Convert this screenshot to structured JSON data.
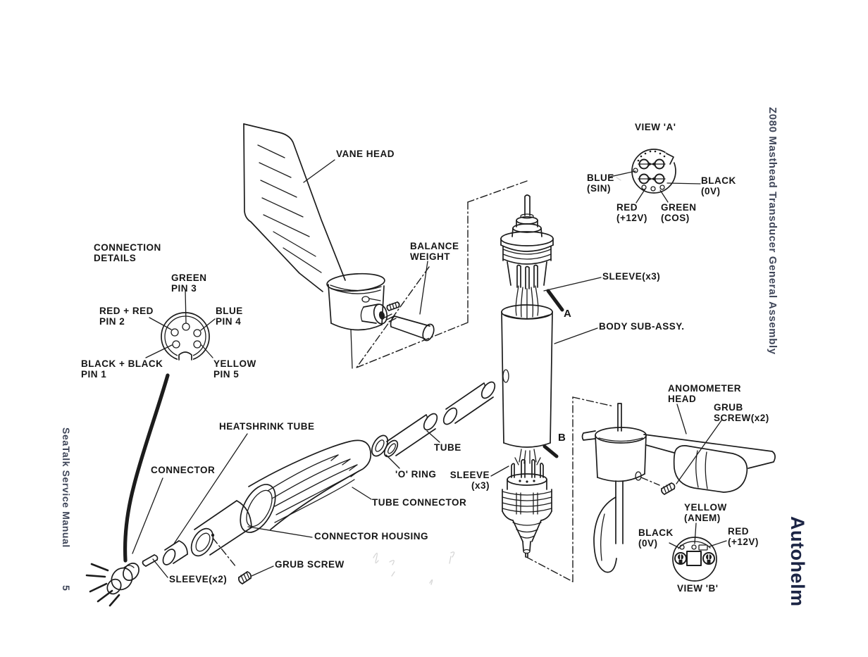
{
  "page": {
    "margins": {
      "left_title": "SeaTalk Service Manual",
      "left_page_number": "5",
      "right_title": "Z080 Masthead Transducer General Assembly",
      "brand": "Autohelm"
    },
    "colors": {
      "ink": "#1c1c1c",
      "margin_text": "#3f4659",
      "brand_text": "#1b2444",
      "paper": "#ffffff"
    }
  },
  "diagram": {
    "connection_details": {
      "title": "CONNECTION\nDETAILS",
      "pins": {
        "pin3": "GREEN\nPIN 3",
        "pin2": "RED + RED\nPIN 2",
        "pin4": "BLUE\nPIN 4",
        "pin1": "BLACK + BLACK\nPIN 1",
        "pin5": "YELLOW\nPIN 5"
      }
    },
    "view_a": {
      "title": "VIEW 'A'",
      "wires": {
        "blue": "BLUE\n(SIN)",
        "black": "BLACK\n(0V)",
        "red": "RED\n(+12V)",
        "green": "GREEN\n(COS)"
      }
    },
    "view_b": {
      "title": "VIEW 'B'",
      "wires": {
        "yellow": "YELLOW\n(ANEM)",
        "black": "BLACK\n(0V)",
        "red": "RED\n(+12V)"
      }
    },
    "part_labels": {
      "vane_head": "VANE HEAD",
      "balance_weight": "BALANCE\nWEIGHT",
      "sleeve_x3_top": "SLEEVE(x3)",
      "body_sub_assy": "BODY SUB-ASSY.",
      "heatshrink_tube": "HEATSHRINK TUBE",
      "connector": "CONNECTOR",
      "tube": "TUBE",
      "o_ring": "'O' RING",
      "sleeve_x3_bottom": "SLEEVE\n(x3)",
      "tube_connector": "TUBE CONNECTOR",
      "connector_housing": "CONNECTOR HOUSING",
      "grub_screw": "GRUB SCREW",
      "sleeve_x2": "SLEEVE(x2)",
      "anomometer_head": "ANOMOMETER\nHEAD",
      "grub_screw_x2": "GRUB\nSCREW(x2)"
    },
    "markers": {
      "a": "A",
      "b": "B"
    }
  }
}
